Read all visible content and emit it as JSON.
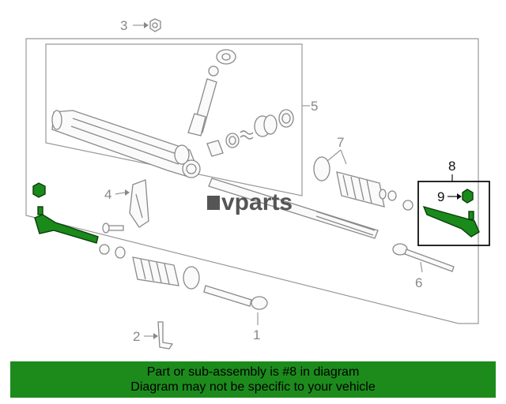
{
  "callouts": {
    "c1": "1",
    "c2": "2",
    "c3": "3",
    "c4": "4",
    "c5": "5",
    "c6": "6",
    "c7": "7",
    "c8": "8",
    "c9": "9"
  },
  "watermark": {
    "text": "vparts"
  },
  "banner": {
    "line1": "Part or sub-assembly is #8 in diagram",
    "line2": "Diagram may not be specific to your vehicle"
  },
  "colors": {
    "highlight": "#1a8a1a",
    "banner": "#1c8b1c"
  }
}
